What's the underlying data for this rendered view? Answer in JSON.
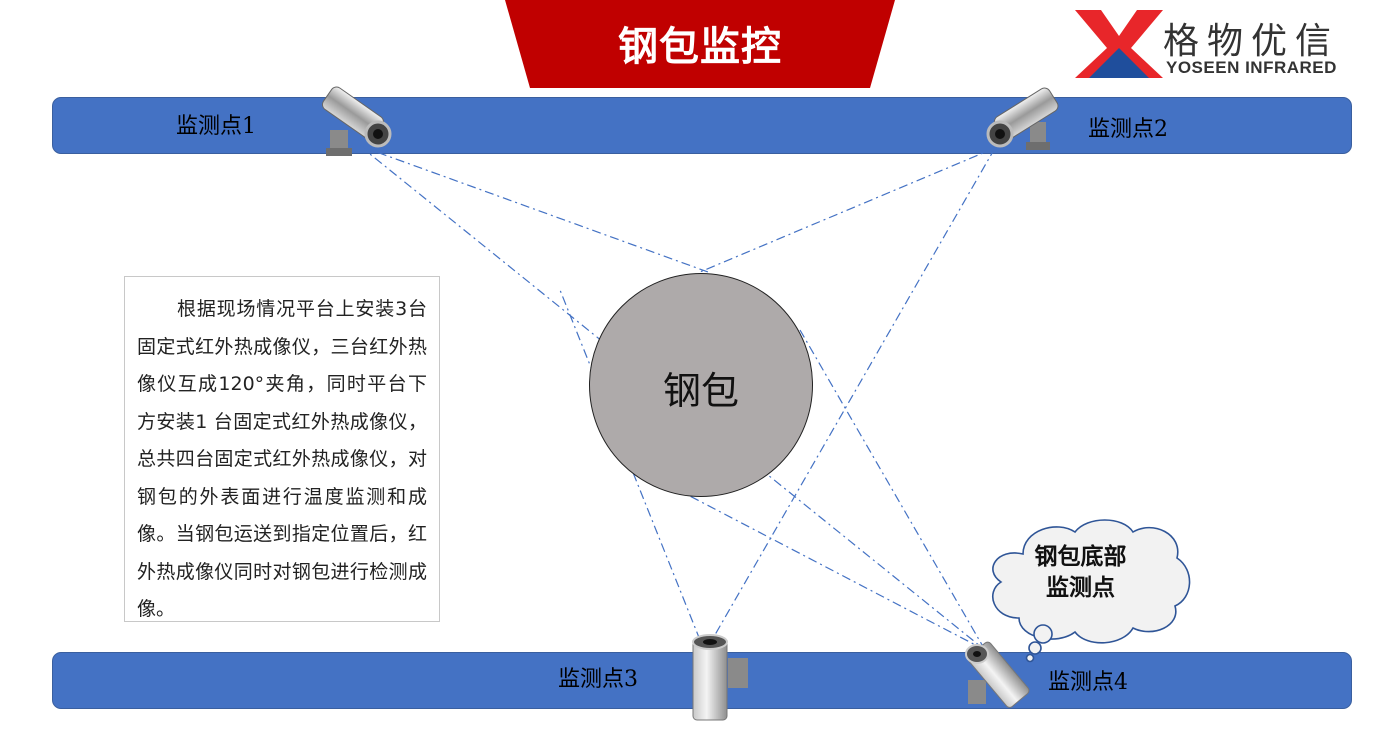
{
  "title": "钢包监控",
  "logo": {
    "cn": "格物优信",
    "en": "YOSEEN INFRARED"
  },
  "points": {
    "p1": "监测点1",
    "p2": "监测点2",
    "p3": "监测点3",
    "p4": "监测点4"
  },
  "ladle": "钢包",
  "bottom_note": "钢包底部\n监测点",
  "description": "根据现场情况平台上安装3台固定式红外热成像仪，三台红外热像仪互成120°夹角，同时平台下方安装1 台固定式红外热成像仪，总共四台固定式红外热成像仪，对钢包的外表面进行温度监测和成像。当钢包运送到指定位置后，红外热成像仪同时对钢包进行检测成像。",
  "colors": {
    "bar": "#4472c4",
    "banner": "#c00000",
    "ladle": "#aeaaaa",
    "sight_line": "#4472c4",
    "logo_red": "#e8262a",
    "logo_blue": "#1f4e9c"
  },
  "icons": [
    "thermal-camera-icon",
    "logo-mark-icon",
    "thought-cloud"
  ]
}
